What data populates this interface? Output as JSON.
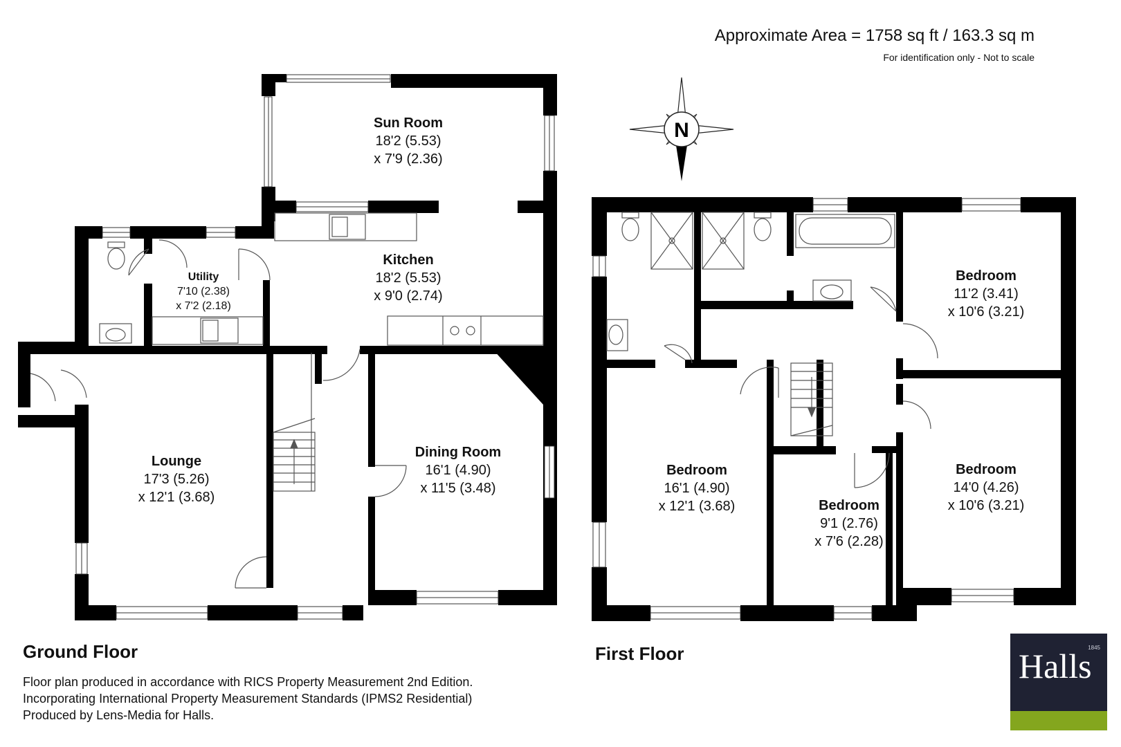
{
  "header": {
    "area": "Approximate Area = 1758 sq ft / 163.3 sq m",
    "disclaimer": "For identification only - Not to scale"
  },
  "compass": {
    "label": "N",
    "icon": "compass-rose-icon"
  },
  "floors": {
    "ground": {
      "label": "Ground Floor",
      "rooms": [
        {
          "name": "Sun Room",
          "dim1": "18'2 (5.53)",
          "dim2": "x 7'9 (2.36)"
        },
        {
          "name": "Kitchen",
          "dim1": "18'2 (5.53)",
          "dim2": "x 9'0 (2.74)"
        },
        {
          "name": "Utility",
          "dim1": "7'10 (2.38)",
          "dim2": "x 7'2 (2.18)"
        },
        {
          "name": "Lounge",
          "dim1": "17'3 (5.26)",
          "dim2": "x 12'1 (3.68)"
        },
        {
          "name": "Dining Room",
          "dim1": "16'1 (4.90)",
          "dim2": "x 11'5 (3.48)"
        }
      ]
    },
    "first": {
      "label": "First Floor",
      "rooms": [
        {
          "name": "Bedroom",
          "dim1": "11'2 (3.41)",
          "dim2": "x 10'6 (3.21)"
        },
        {
          "name": "Bedroom",
          "dim1": "16'1 (4.90)",
          "dim2": "x 12'1 (3.68)"
        },
        {
          "name": "Bedroom",
          "dim1": "9'1 (2.76)",
          "dim2": "x 7'6 (2.28)"
        },
        {
          "name": "Bedroom",
          "dim1": "14'0 (4.26)",
          "dim2": "x 10'6 (3.21)"
        }
      ]
    }
  },
  "footnote": "Floor plan produced in accordance with RICS Property Measurement 2nd Edition. Incorporating International Property Measurement Standards (IPMS2 Residential) Produced by Lens-Media for Halls.",
  "logo": {
    "name": "Halls",
    "year": "1845",
    "bg_color": "#1f2233",
    "accent_color": "#84a61e"
  },
  "colors": {
    "wall": "#000000",
    "fixture_line": "#555555"
  }
}
